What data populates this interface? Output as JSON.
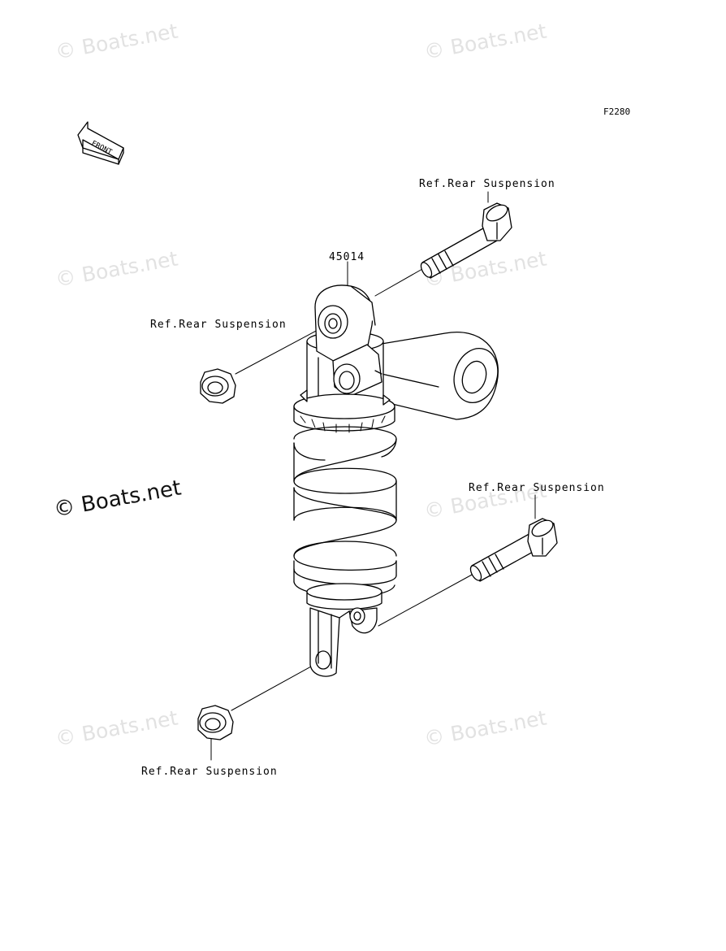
{
  "diagram": {
    "code": "F2280",
    "front_text": "FRONT",
    "part_number": "45014",
    "refs": {
      "top_bolt": "Ref.Rear Suspension",
      "top_nut": "Ref.Rear Suspension",
      "bottom_bolt": "Ref.Rear Suspension",
      "bottom_nut": "Ref.Rear Suspension"
    }
  },
  "watermarks": {
    "faint_1": "© Boats.net",
    "faint_2": "© Boats.net",
    "faint_3": "© Boats.net",
    "faint_4": "© Boats.net",
    "faint_5": "© Boats.net",
    "faint_6": "© Boats.net",
    "faint_7": "© Boats.net",
    "main": "© Boats.net"
  }
}
